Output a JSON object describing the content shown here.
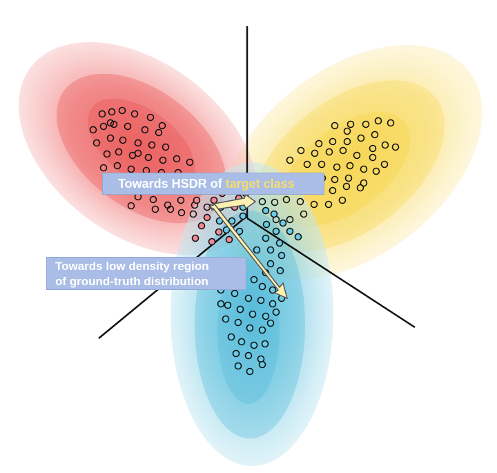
{
  "labels": {
    "hsdr_prefix": "Towards HSDR of ",
    "hsdr_highlight": "target class",
    "low_density_line1": "Towards low density region",
    "low_density_line2": "of ground-truth distribution"
  },
  "colors": {
    "red_class": "#ee6a6a",
    "yellow_class": "#f8dc6a",
    "blue_class": "#5cc3de",
    "red_marker": "#f08a92",
    "blue_marker": "#6ccbe6",
    "arrow_fill": "#fbf0b0",
    "label_background": "#a9bde6",
    "highlight_text": "#f6dd6c"
  }
}
